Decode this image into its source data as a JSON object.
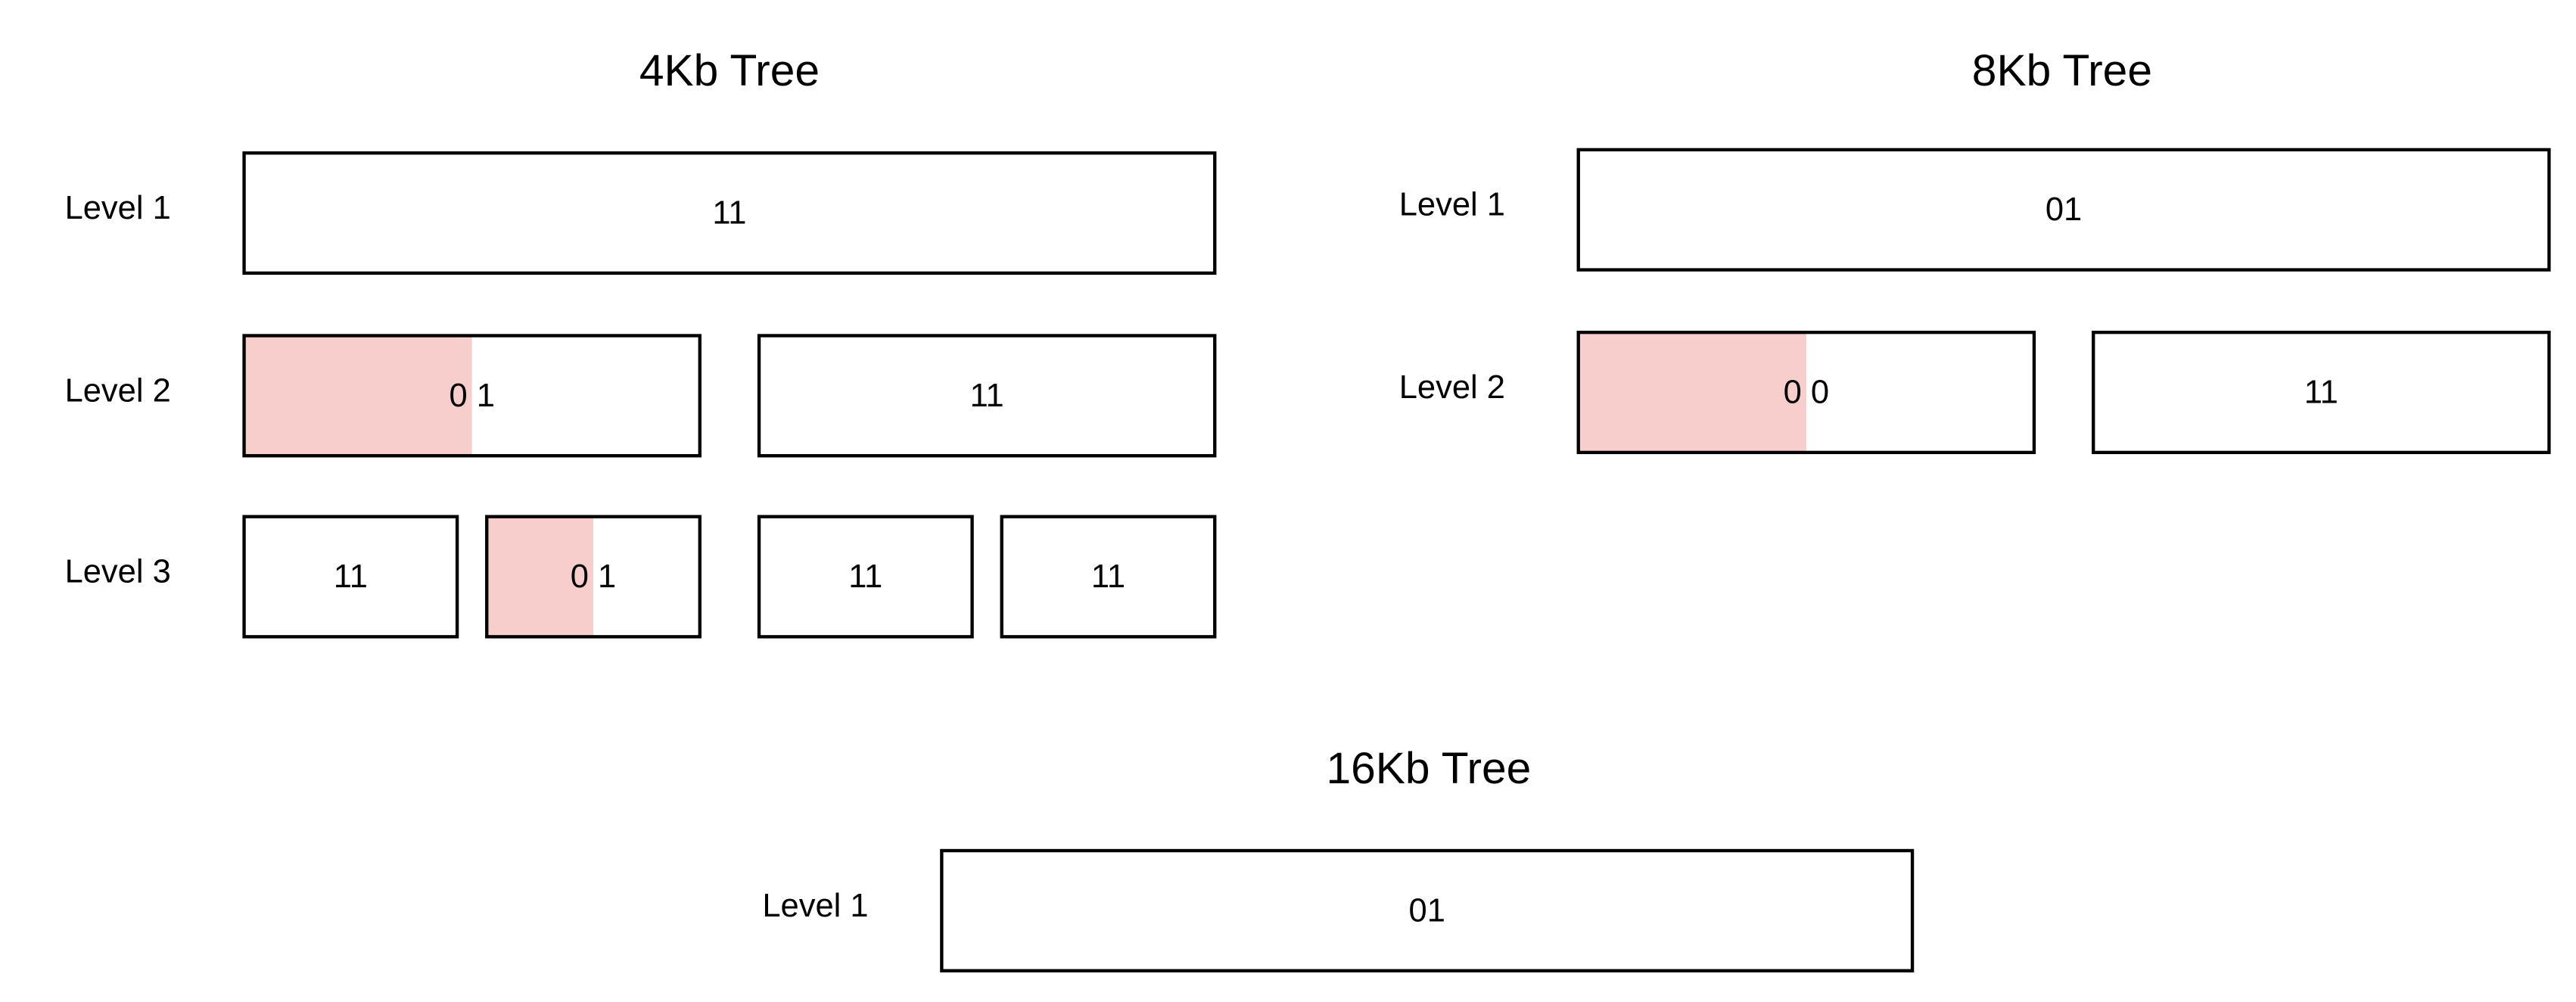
{
  "colors": {
    "box_stroke": "#000000",
    "box_fill": "#ffffff",
    "highlight_fill": "#f8cecc",
    "text": "#000000"
  },
  "trees": [
    {
      "id": "tree-4kb",
      "title": "4Kb Tree",
      "levels": [
        {
          "label": "Level 1",
          "nodes": [
            {
              "bits": "11",
              "highlight_fraction": 0
            }
          ]
        },
        {
          "label": "Level 2",
          "nodes": [
            {
              "bits": "0 1",
              "highlight_fraction": 0.5
            },
            {
              "bits": "11",
              "highlight_fraction": 0
            }
          ]
        },
        {
          "label": "Level 3",
          "nodes": [
            {
              "bits": "11",
              "highlight_fraction": 0
            },
            {
              "bits": "0 1",
              "highlight_fraction": 0.5
            },
            {
              "bits": "11",
              "highlight_fraction": 0
            },
            {
              "bits": "11",
              "highlight_fraction": 0
            }
          ]
        }
      ]
    },
    {
      "id": "tree-8kb",
      "title": "8Kb Tree",
      "levels": [
        {
          "label": "Level 1",
          "nodes": [
            {
              "bits": "01",
              "highlight_fraction": 0
            }
          ]
        },
        {
          "label": "Level 2",
          "nodes": [
            {
              "bits": "0 0",
              "highlight_fraction": 0.5
            },
            {
              "bits": "11",
              "highlight_fraction": 0
            }
          ]
        }
      ]
    },
    {
      "id": "tree-16kb",
      "title": "16Kb Tree",
      "levels": [
        {
          "label": "Level 1",
          "nodes": [
            {
              "bits": "01",
              "highlight_fraction": 0
            }
          ]
        }
      ]
    }
  ]
}
